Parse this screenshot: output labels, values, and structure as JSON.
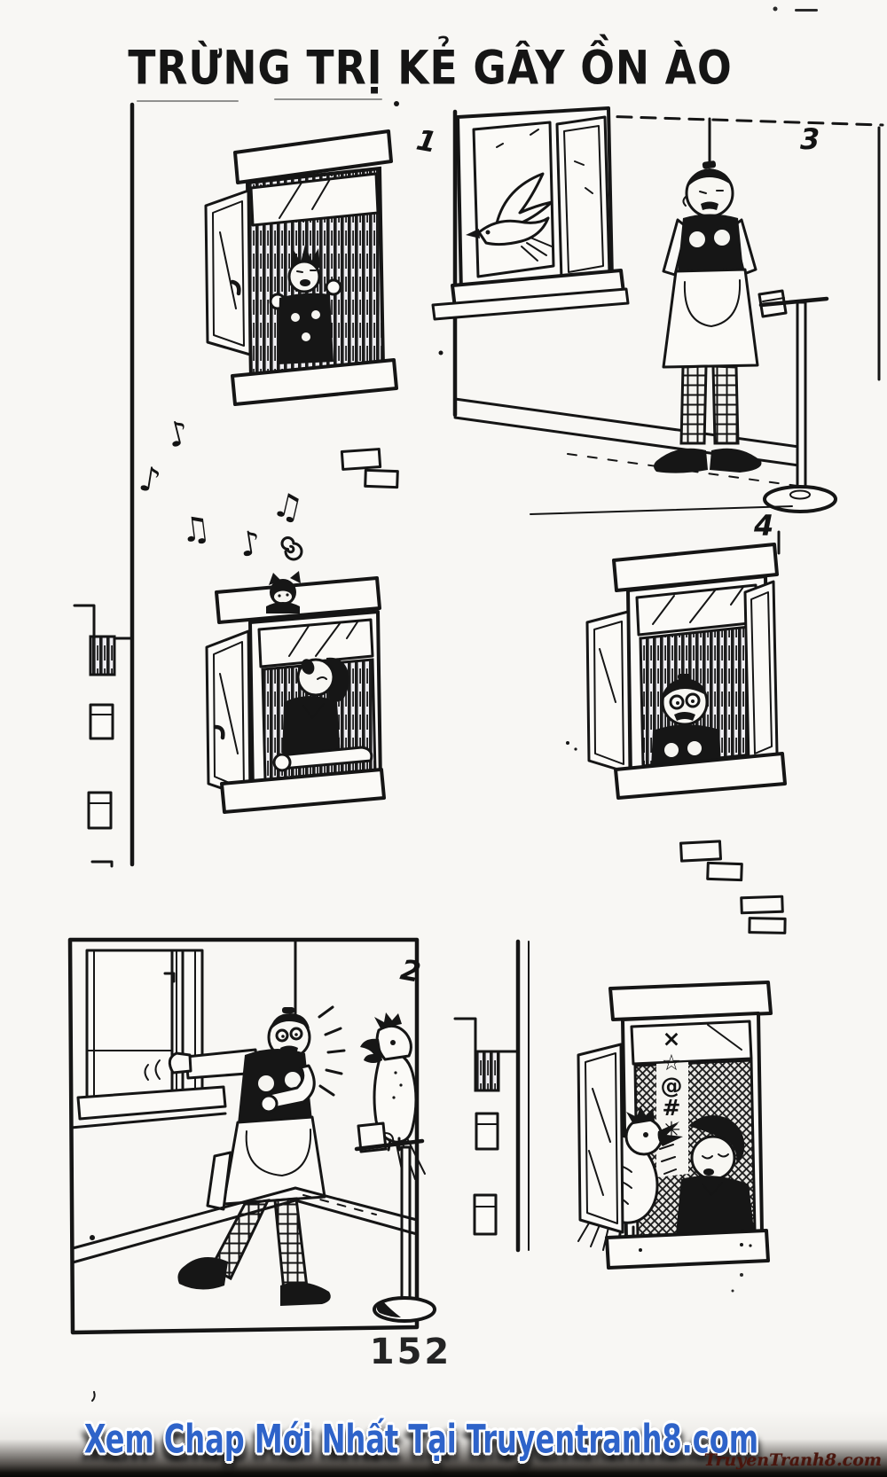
{
  "page": {
    "title": "TRỪNG TRỊ KẺ GÂY ỒN ÀO",
    "page_number": "152",
    "footer_banner": "Xem Chap Mới Nhất Tại Truyentranh8.com",
    "watermark": "TruyenTranh8.com"
  },
  "panels": {
    "panel_1_label": "1",
    "panel_2_label": "2",
    "panel_3_label": "3",
    "panel_4_label": "4"
  },
  "final_panel": {
    "symbols": [
      "×",
      "☆",
      "@",
      "#",
      "✳"
    ]
  },
  "music_notes": [
    "♪",
    "♪",
    "♫",
    "♫",
    "♪"
  ],
  "colors": {
    "ink": "#151515",
    "paper": "#f8f7f4",
    "banner_text": "#2e63c9",
    "watermark_text": "#49150d",
    "footer_bar": "#070706"
  }
}
